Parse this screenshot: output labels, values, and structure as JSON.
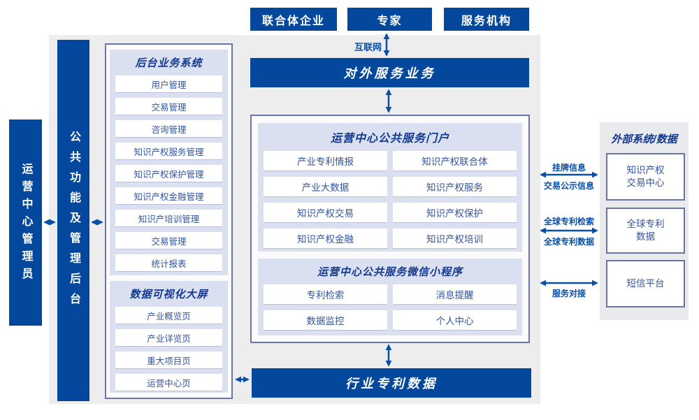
{
  "colors": {
    "primary_blue": "#04489e",
    "arrow_blue": "#0a4fa4",
    "lavender_block": "#dbe0f1",
    "panel_border": "#6b74a6",
    "title_navy": "#12388f",
    "item_text_blue": "#33549f",
    "background_gray": "#ededee"
  },
  "top_actors": [
    {
      "label": "联合体企业"
    },
    {
      "label": "专家"
    },
    {
      "label": "服务机构"
    }
  ],
  "labels": {
    "internet": "互联网",
    "external_service_bar": "对外服务业务",
    "industry_patent_data_bar": "行业专利数据"
  },
  "side_bars": [
    {
      "label": "运营中心管理员"
    },
    {
      "label": "公共功能及管理后台"
    }
  ],
  "backend_panel": {
    "title": "后台业务系统",
    "items": [
      "用户管理",
      "交易管理",
      "咨询管理",
      "知识产权服务管理",
      "知识产权保护管理",
      "知识产权金融管理",
      "知识产培训管理",
      "交易管理",
      "统计报表"
    ]
  },
  "dashboard_panel": {
    "title": "数据可视化大屏",
    "items": [
      "产业概览页",
      "产业详览页",
      "重大项目页",
      "运营中心页"
    ]
  },
  "portal_panel": {
    "title": "运营中心公共服务门户",
    "items": [
      "产业专利情报",
      "知识产权联合体",
      "产业大数据",
      "知识产权服务",
      "知识产权交易",
      "知识产权保护",
      "知识产权金融",
      "知识产权培训"
    ]
  },
  "miniprogram_panel": {
    "title": "运营中心公共服务微信小程序",
    "items": [
      "专利检索",
      "消息提醒",
      "数据监控",
      "个人中心"
    ]
  },
  "external_panel": {
    "title": "外部系统/数据",
    "boxes": [
      "知识产权\n交易中心",
      "全球专利\n数据",
      "短信平台"
    ]
  },
  "connection_labels": {
    "listing_info": "挂牌信息",
    "transaction_publicity": "交易公示信息",
    "global_patent_search": "全球专利检索",
    "global_patent_data": "全球专利数据",
    "service_integration": "服务对接"
  }
}
